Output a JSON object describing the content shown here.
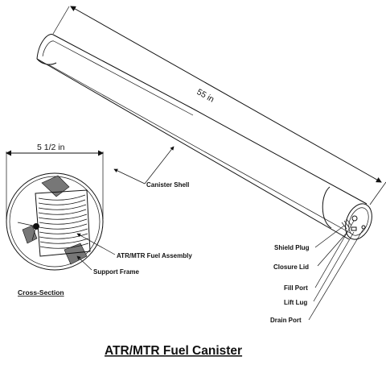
{
  "diagram": {
    "title": "ATR/MTR Fuel Canister",
    "dimensions": {
      "length": "55 in",
      "diameter": "5 1/2 in"
    },
    "cross_section_label": "Cross-Section",
    "labels": {
      "canister_shell": "Canister Shell",
      "fuel_assembly": "ATR/MTR Fuel Assembly",
      "support_frame": "Support Frame",
      "shield_plug": "Shield Plug",
      "closure_lid": "Closure Lid",
      "fill_port": "Fill Port",
      "lift_lug": "Lift Lug",
      "drain_port": "Drain Port"
    }
  }
}
